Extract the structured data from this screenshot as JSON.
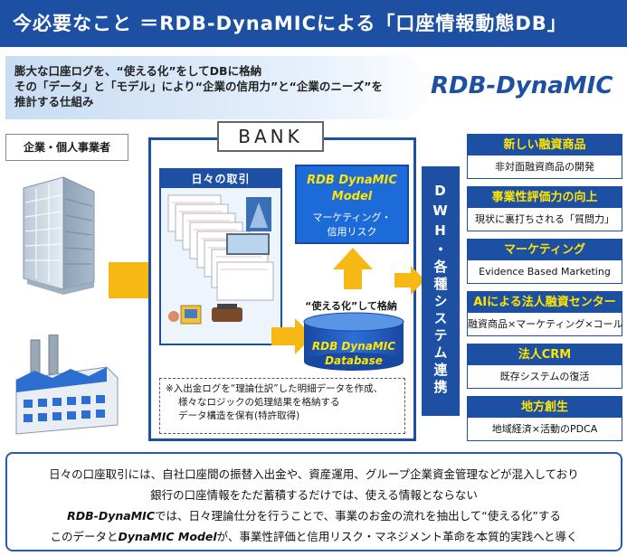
{
  "header": {
    "title": "今必要なこと ＝RDB-DynaMICによる「口座情報動態DB」"
  },
  "intro": {
    "lines": [
      "膨大な口座ログを、“使える化”をしてDBに格納",
      "その「データ」と「モデル」により“企業の信用力”と“企業のニーズ”を",
      "推計する仕組み"
    ],
    "brand": "RDB-DynaMIC"
  },
  "left": {
    "label": "企業・個人事業者"
  },
  "bank": {
    "label": "BANK",
    "daily_title": "日々の取引",
    "model": {
      "line1": "RDB DynaMIC",
      "line2": "Model",
      "line3": "マーケティング・",
      "line4": "信用リスク"
    },
    "store_label": "“使える化”して格納",
    "database": {
      "line1": "RDB DynaMIC",
      "line2": "Database"
    },
    "note": [
      "※入出金ログを“理論仕訳”した明細データを作成、",
      "様々なロジックの処理結果を格納する",
      "データ構造を保有(特許取得)"
    ]
  },
  "dwh": {
    "label": "DWH・各種システム連携"
  },
  "features": [
    {
      "title": "新しい融資商品",
      "sub": "非対面融資商品の開発"
    },
    {
      "title": "事業性評価力の向上",
      "sub": "現状に裏打ちされる「質問力」"
    },
    {
      "title": "マーケティング",
      "sub": "Evidence Based Marketing"
    },
    {
      "title": "AIによる法人融資センター",
      "sub": "融資商品×マーケティング×コール"
    },
    {
      "title": "法人CRM",
      "sub": "既存システムの復活"
    },
    {
      "title": "地方創生",
      "sub": "地域経済×活動のPDCA"
    }
  ],
  "footer": {
    "line1": "日々の口座取引には、自社口座間の振替入出金や、資産運用、グループ企業資金管理などが混入しており",
    "line2": "銀行の口座情報をただ蓄積するだけでは、使える情報とならない",
    "line3_brand": "RDB-DynaMIC",
    "line3_rest": "では、日々理論仕分を行うことで、事業のお金の流れを抽出して“使える化”する",
    "line4_pre": "このデータと",
    "line4_brand": "DynaMIC Model",
    "line4_rest": "が、事業性評価と信用リスク・マネジメント革命を本質的実践へと導く"
  },
  "colors": {
    "primary": "#1d4fa3",
    "accent_yellow": "#ffe600",
    "arrow_yellow": "#f5b814",
    "model_blue": "#1d6bd8"
  }
}
